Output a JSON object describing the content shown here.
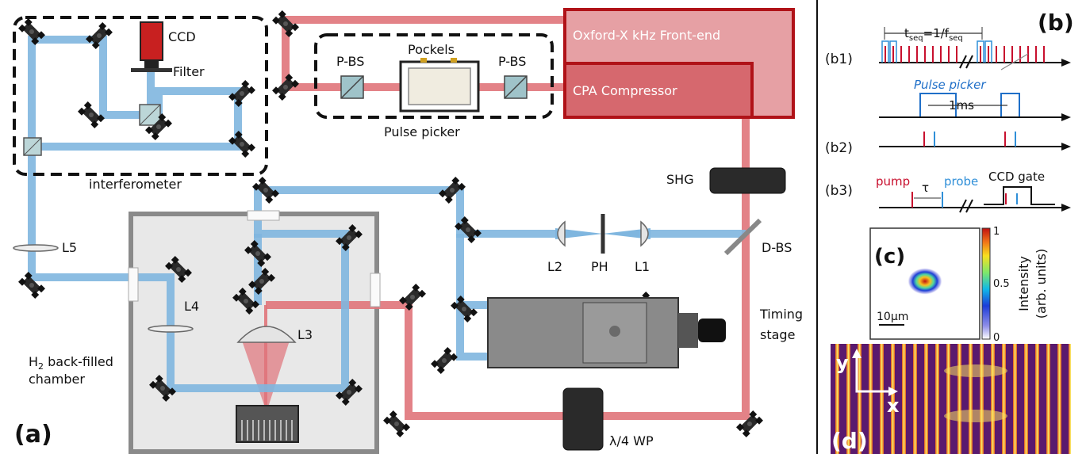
{
  "panel_a": {
    "panel_label": "(a)",
    "labels": {
      "ccd": "CCD",
      "filter": "Filter",
      "interferometer": "interferometer",
      "pbs_left": "P-BS",
      "pbs_right": "P-BS",
      "pockels": "Pockels",
      "pulse_picker": "Pulse picker",
      "front_end": "Oxford-X kHz Front-end",
      "compressor": "CPA Compressor",
      "shg": "SHG",
      "dbs": "D-BS",
      "l1": "L1",
      "l2": "L2",
      "l3": "L3",
      "l4": "L4",
      "l5": "L5",
      "ph": "PH",
      "timing_1": "Timing",
      "timing_2": "stage",
      "chamber_prefix": "H",
      "chamber_sub": "2",
      "chamber_rest": " back-filled",
      "chamber_2": "chamber",
      "waveplate": "λ/4 WP"
    }
  },
  "panel_b": {
    "panel_label": "(b)",
    "row_labels": [
      "(b1)",
      "(b2)",
      "(b3)"
    ],
    "tseq_t": "t",
    "tseq_sub": "seq",
    "tseq_eq": "=1/f",
    "tseq_sub2": "seq",
    "pulse_picker": "Pulse picker",
    "one_ms": "1ms",
    "pump": "pump",
    "tau": "τ",
    "probe": "probe",
    "ccd_gate": "CCD gate"
  },
  "panel_c": {
    "panel_label": "(c)",
    "scalebar": "10μm",
    "colorbar_ticks": [
      "1",
      "0.5",
      "0"
    ],
    "colorbar_label_1": "Intensity",
    "colorbar_label_2": "(arb. units)"
  },
  "panel_d": {
    "panel_label": "(d)",
    "axis_y": "y",
    "axis_x": "x"
  },
  "colors": {
    "red_beam": "#e0747a",
    "blue_beam": "#7fb6df",
    "laser_box": "#d6686e",
    "laser_border": "#b01218",
    "dashed": "#111111",
    "chamber_fill": "#e8e8e8",
    "chamber_border": "#8a8a8a",
    "pulse_red": "#c8102e",
    "pulse_blue": "#2f8fd8",
    "pulse_pick_blue": "#1f6fc8"
  }
}
